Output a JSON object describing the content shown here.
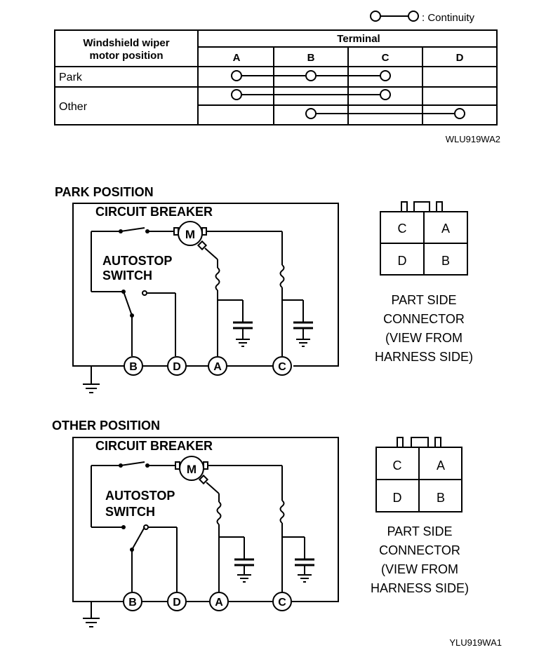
{
  "legend": {
    "label": ": Continuity"
  },
  "table": {
    "header_left_line1": "Windshield wiper",
    "header_left_line2": "motor position",
    "header_terminal": "Terminal",
    "terminals": [
      "A",
      "B",
      "C",
      "D"
    ],
    "rows": [
      {
        "label": "Park"
      },
      {
        "label": "Other"
      }
    ]
  },
  "code_top": "WLU919WA2",
  "diagrams": [
    {
      "title": "PARK POSITION",
      "breaker_label": "CIRCUIT BREAKER",
      "motor_label": "M",
      "switch_line1": "AUTOSTOP",
      "switch_line2": "SWITCH",
      "terminal_b": "B",
      "terminal_d": "D",
      "terminal_a": "A",
      "terminal_c": "C",
      "connector_cells": [
        "C",
        "A",
        "D",
        "B"
      ],
      "connector_caption": [
        "PART SIDE",
        "CONNECTOR",
        "(VIEW FROM",
        "HARNESS SIDE)"
      ]
    },
    {
      "title": "OTHER POSITION",
      "breaker_label": "CIRCUIT BREAKER",
      "motor_label": "M",
      "switch_line1": "AUTOSTOP",
      "switch_line2": "SWITCH",
      "terminal_b": "B",
      "terminal_d": "D",
      "terminal_a": "A",
      "terminal_c": "C",
      "connector_cells": [
        "C",
        "A",
        "D",
        "B"
      ],
      "connector_caption": [
        "PART SIDE",
        "CONNECTOR",
        "(VIEW FROM",
        "HARNESS SIDE)"
      ]
    }
  ],
  "code_bottom": "YLU919WA1"
}
